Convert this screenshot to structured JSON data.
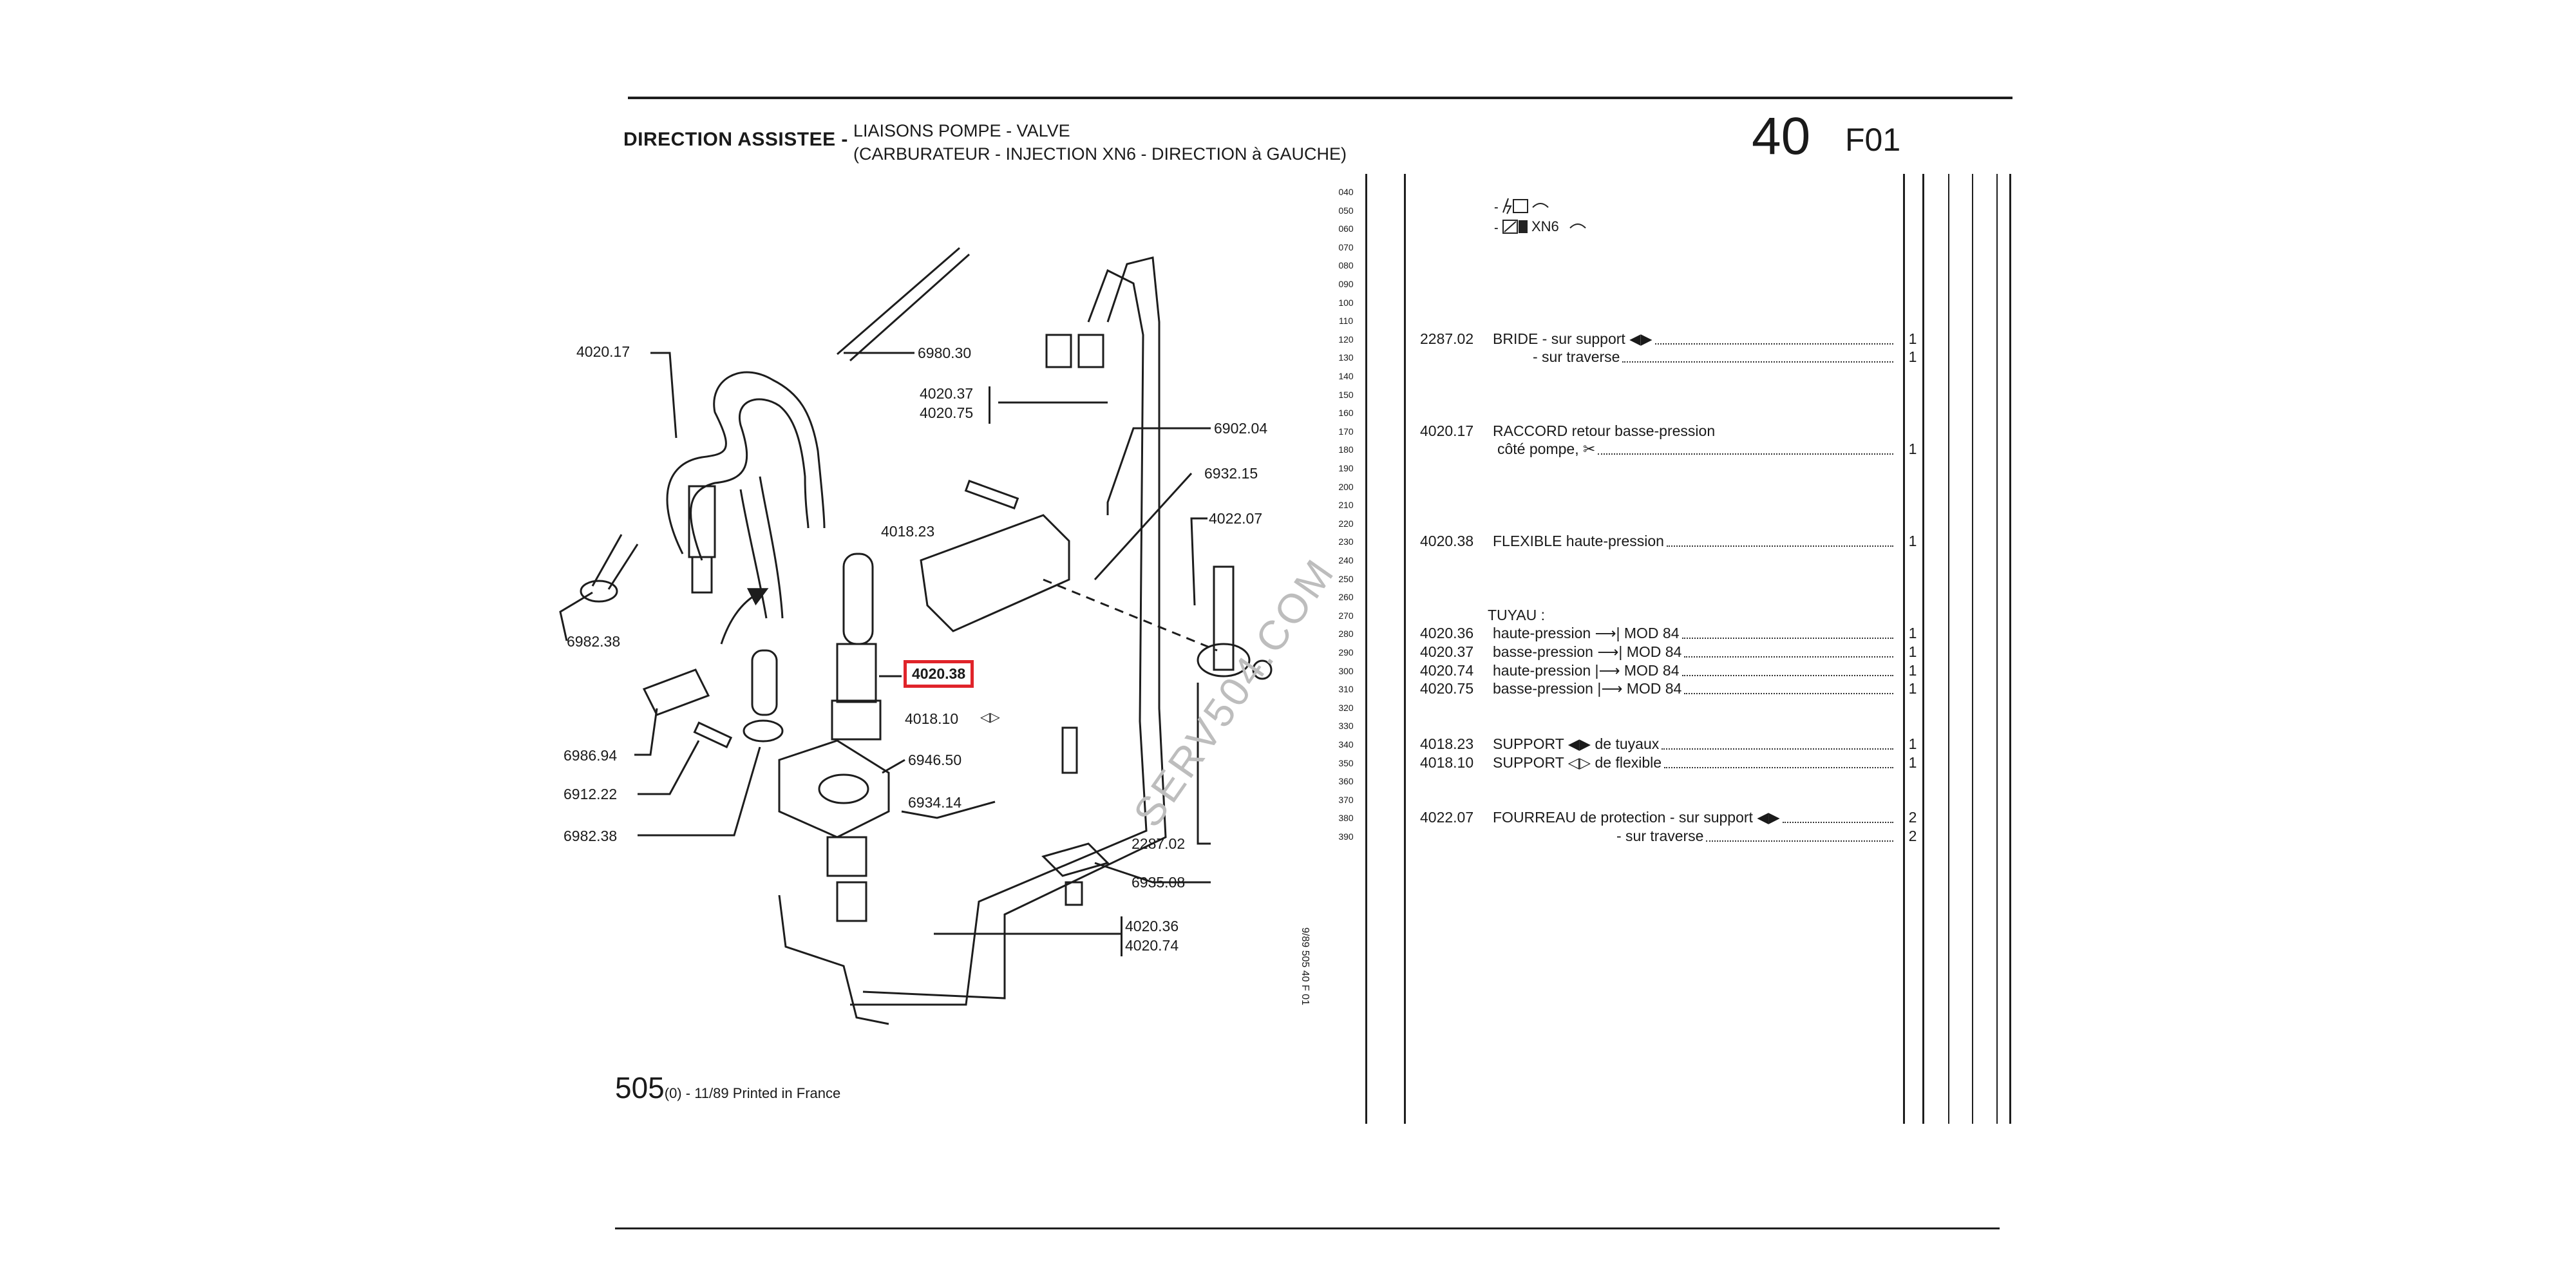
{
  "header": {
    "section": "DIRECTION ASSISTEE -",
    "subtitle_line1": "LIAISONS POMPE - VALVE",
    "subtitle_line2": "(CARBURATEUR - INJECTION XN6 - DIRECTION à GAUCHE)",
    "page_major": "40",
    "page_minor": "F01"
  },
  "diagram_labels": {
    "l4020_17": "4020.17",
    "l6980_30": "6980.30",
    "l4020_37": "4020.37",
    "l4020_75": "4020.75",
    "l6902_04": "6902.04",
    "l6932_15": "6932.15",
    "l4022_07": "4022.07",
    "l4018_23": "4018.23",
    "l6982_38a": "6982.38",
    "l4020_38": "4020.38",
    "l4018_10": "4018.10",
    "l6986_94": "6986.94",
    "l6946_50": "6946.50",
    "l6912_22": "6912.22",
    "l6934_14": "6934.14",
    "l6982_38b": "6982.38",
    "l2287_02": "2287.02",
    "l6935_08": "6935.08",
    "l4020_36": "4020.36",
    "l4020_74": "4020.74"
  },
  "watermark": "SERV504.COM",
  "side_code": "9/89  505 40 F 01",
  "footer": {
    "model": "505",
    "model_suffix": "(0) - 11/89 Printed in France"
  },
  "legend": {
    "xn6": "XN6"
  },
  "sequence_numbers": [
    "040",
    "050",
    "060",
    "070",
    "080",
    "090",
    "100",
    "110",
    "120",
    "130",
    "140",
    "150",
    "160",
    "170",
    "180",
    "190",
    "200",
    "210",
    "220",
    "230",
    "240",
    "250",
    "260",
    "270",
    "280",
    "290",
    "300",
    "310",
    "320",
    "330",
    "340",
    "350",
    "360",
    "370",
    "380",
    "390"
  ],
  "parts": [
    {
      "ref": "2287.02",
      "desc": "BRIDE - sur support ◀▶",
      "qty": "1",
      "row": "120"
    },
    {
      "ref": "",
      "desc": "- sur traverse",
      "qty": "1",
      "row": "130"
    },
    {
      "ref": "4020.17",
      "desc": "RACCORD retour basse-pression",
      "qty": "",
      "row": "170"
    },
    {
      "ref": "",
      "desc": "côté pompe, ✂",
      "qty": "1",
      "row": "180"
    },
    {
      "ref": "4020.38",
      "desc": "FLEXIBLE haute-pression",
      "qty": "1",
      "row": "230"
    },
    {
      "ref": "",
      "desc": "TUYAU :",
      "qty": "",
      "row": "270"
    },
    {
      "ref": "4020.36",
      "desc": "haute-pression ⟶| MOD 84",
      "qty": "1",
      "row": "280"
    },
    {
      "ref": "4020.37",
      "desc": "basse-pression ⟶| MOD 84",
      "qty": "1",
      "row": "290"
    },
    {
      "ref": "4020.74",
      "desc": "haute-pression |⟶ MOD 84",
      "qty": "1",
      "row": "300"
    },
    {
      "ref": "4020.75",
      "desc": "basse-pression |⟶ MOD 84",
      "qty": "1",
      "row": "310"
    },
    {
      "ref": "4018.23",
      "desc": "SUPPORT ◀▶ de tuyaux",
      "qty": "1",
      "row": "340"
    },
    {
      "ref": "4018.10",
      "desc": "SUPPORT ◁▷ de flexible",
      "qty": "1",
      "row": "350"
    },
    {
      "ref": "4022.07",
      "desc": "FOURREAU de protection - sur support ◀▶",
      "qty": "2",
      "row": "380"
    },
    {
      "ref": "",
      "desc": "- sur traverse",
      "qty": "2",
      "row": "390"
    }
  ]
}
